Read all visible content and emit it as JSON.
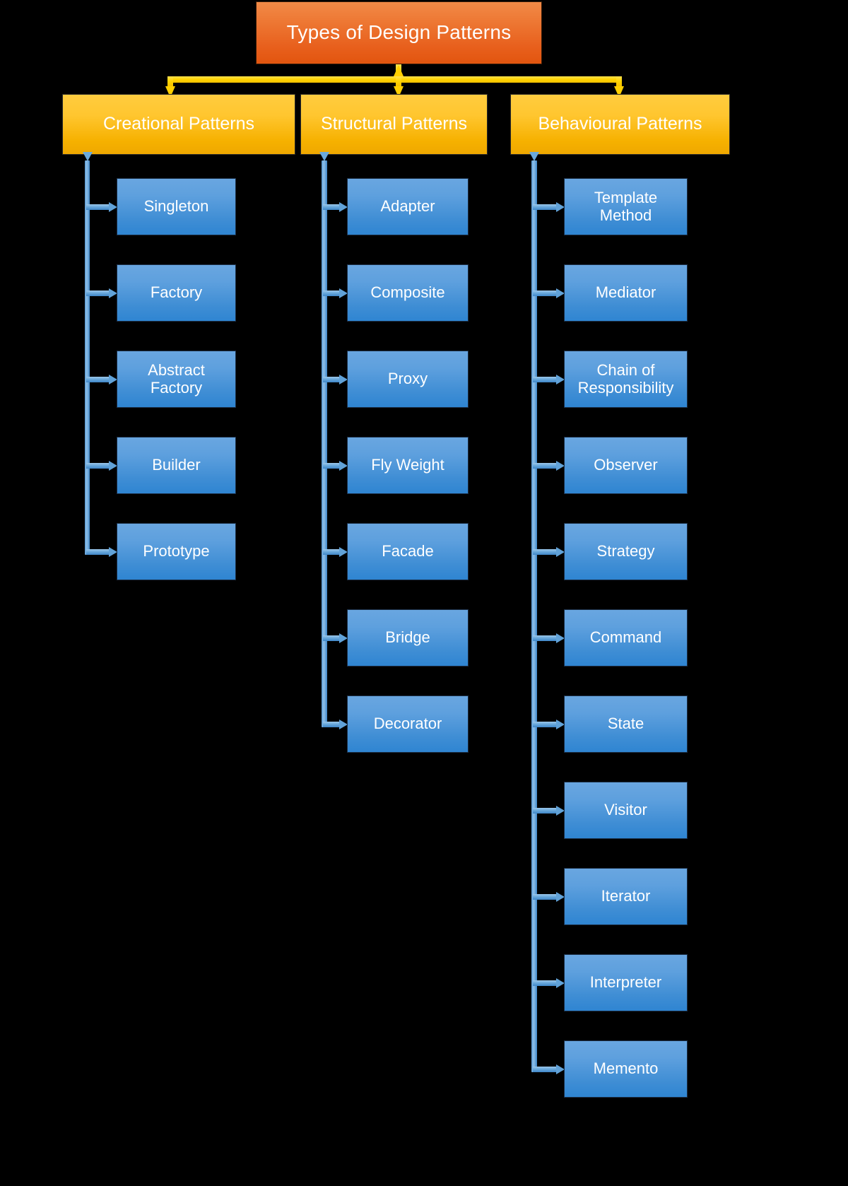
{
  "diagram": {
    "title": "Types of Design Patterns",
    "accent_colors": {
      "title_box": "#e8601d",
      "category_box": "#f6b100",
      "leaf_box": "#3e8dd4",
      "top_connector": "#ffd400",
      "column_connector": "#5b9bd5",
      "background": "#000000"
    },
    "columns": [
      {
        "category": "Creational Patterns",
        "items": [
          {
            "label": "Singleton"
          },
          {
            "label": "Factory"
          },
          {
            "label": "Abstract\nFactory",
            "line1": "Abstract",
            "line2": "Factory"
          },
          {
            "label": "Builder"
          },
          {
            "label": "Prototype"
          }
        ]
      },
      {
        "category": "Structural Patterns",
        "items": [
          {
            "label": "Adapter"
          },
          {
            "label": "Composite"
          },
          {
            "label": "Proxy"
          },
          {
            "label": "Fly Weight"
          },
          {
            "label": "Facade"
          },
          {
            "label": "Bridge"
          },
          {
            "label": "Decorator"
          }
        ]
      },
      {
        "category": "Behavioural Patterns",
        "items": [
          {
            "label": "Template\nMethod",
            "line1": "Template",
            "line2": "Method"
          },
          {
            "label": "Mediator"
          },
          {
            "label": "Chain of\nResponsibility",
            "line1": "Chain of",
            "line2": "Responsibility"
          },
          {
            "label": "Observer"
          },
          {
            "label": "Strategy"
          },
          {
            "label": "Command"
          },
          {
            "label": "State"
          },
          {
            "label": "Visitor"
          },
          {
            "label": "Iterator"
          },
          {
            "label": "Interpreter"
          },
          {
            "label": "Memento"
          }
        ]
      }
    ]
  }
}
